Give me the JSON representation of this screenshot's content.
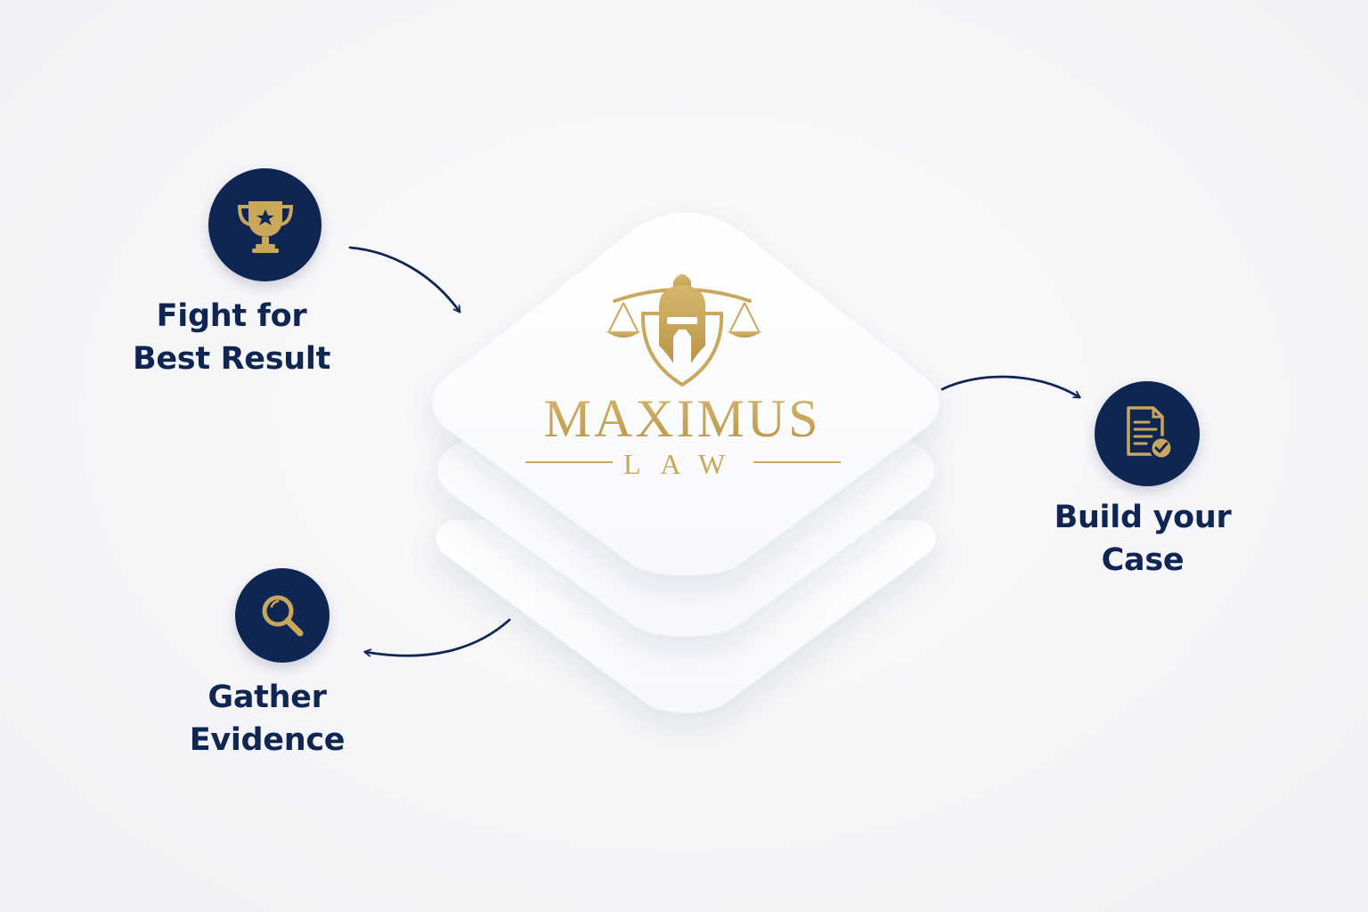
{
  "colors": {
    "navy": "#0f2653",
    "gold": "#c9a75b",
    "card": "#ffffff",
    "background": "#f6f6f9"
  },
  "logo": {
    "name": "MAXIMUS",
    "subtitle": "LAW",
    "emblem": "spartan-helmet-scales-shield-icon"
  },
  "steps": {
    "fight": {
      "icon": "trophy-icon",
      "line1": "Fight for",
      "line2": "Best Result"
    },
    "build": {
      "icon": "document-check-icon",
      "line1": "Build your",
      "line2": "Case"
    },
    "gather": {
      "icon": "magnifier-icon",
      "line1": "Gather",
      "line2": "Evidence"
    }
  }
}
